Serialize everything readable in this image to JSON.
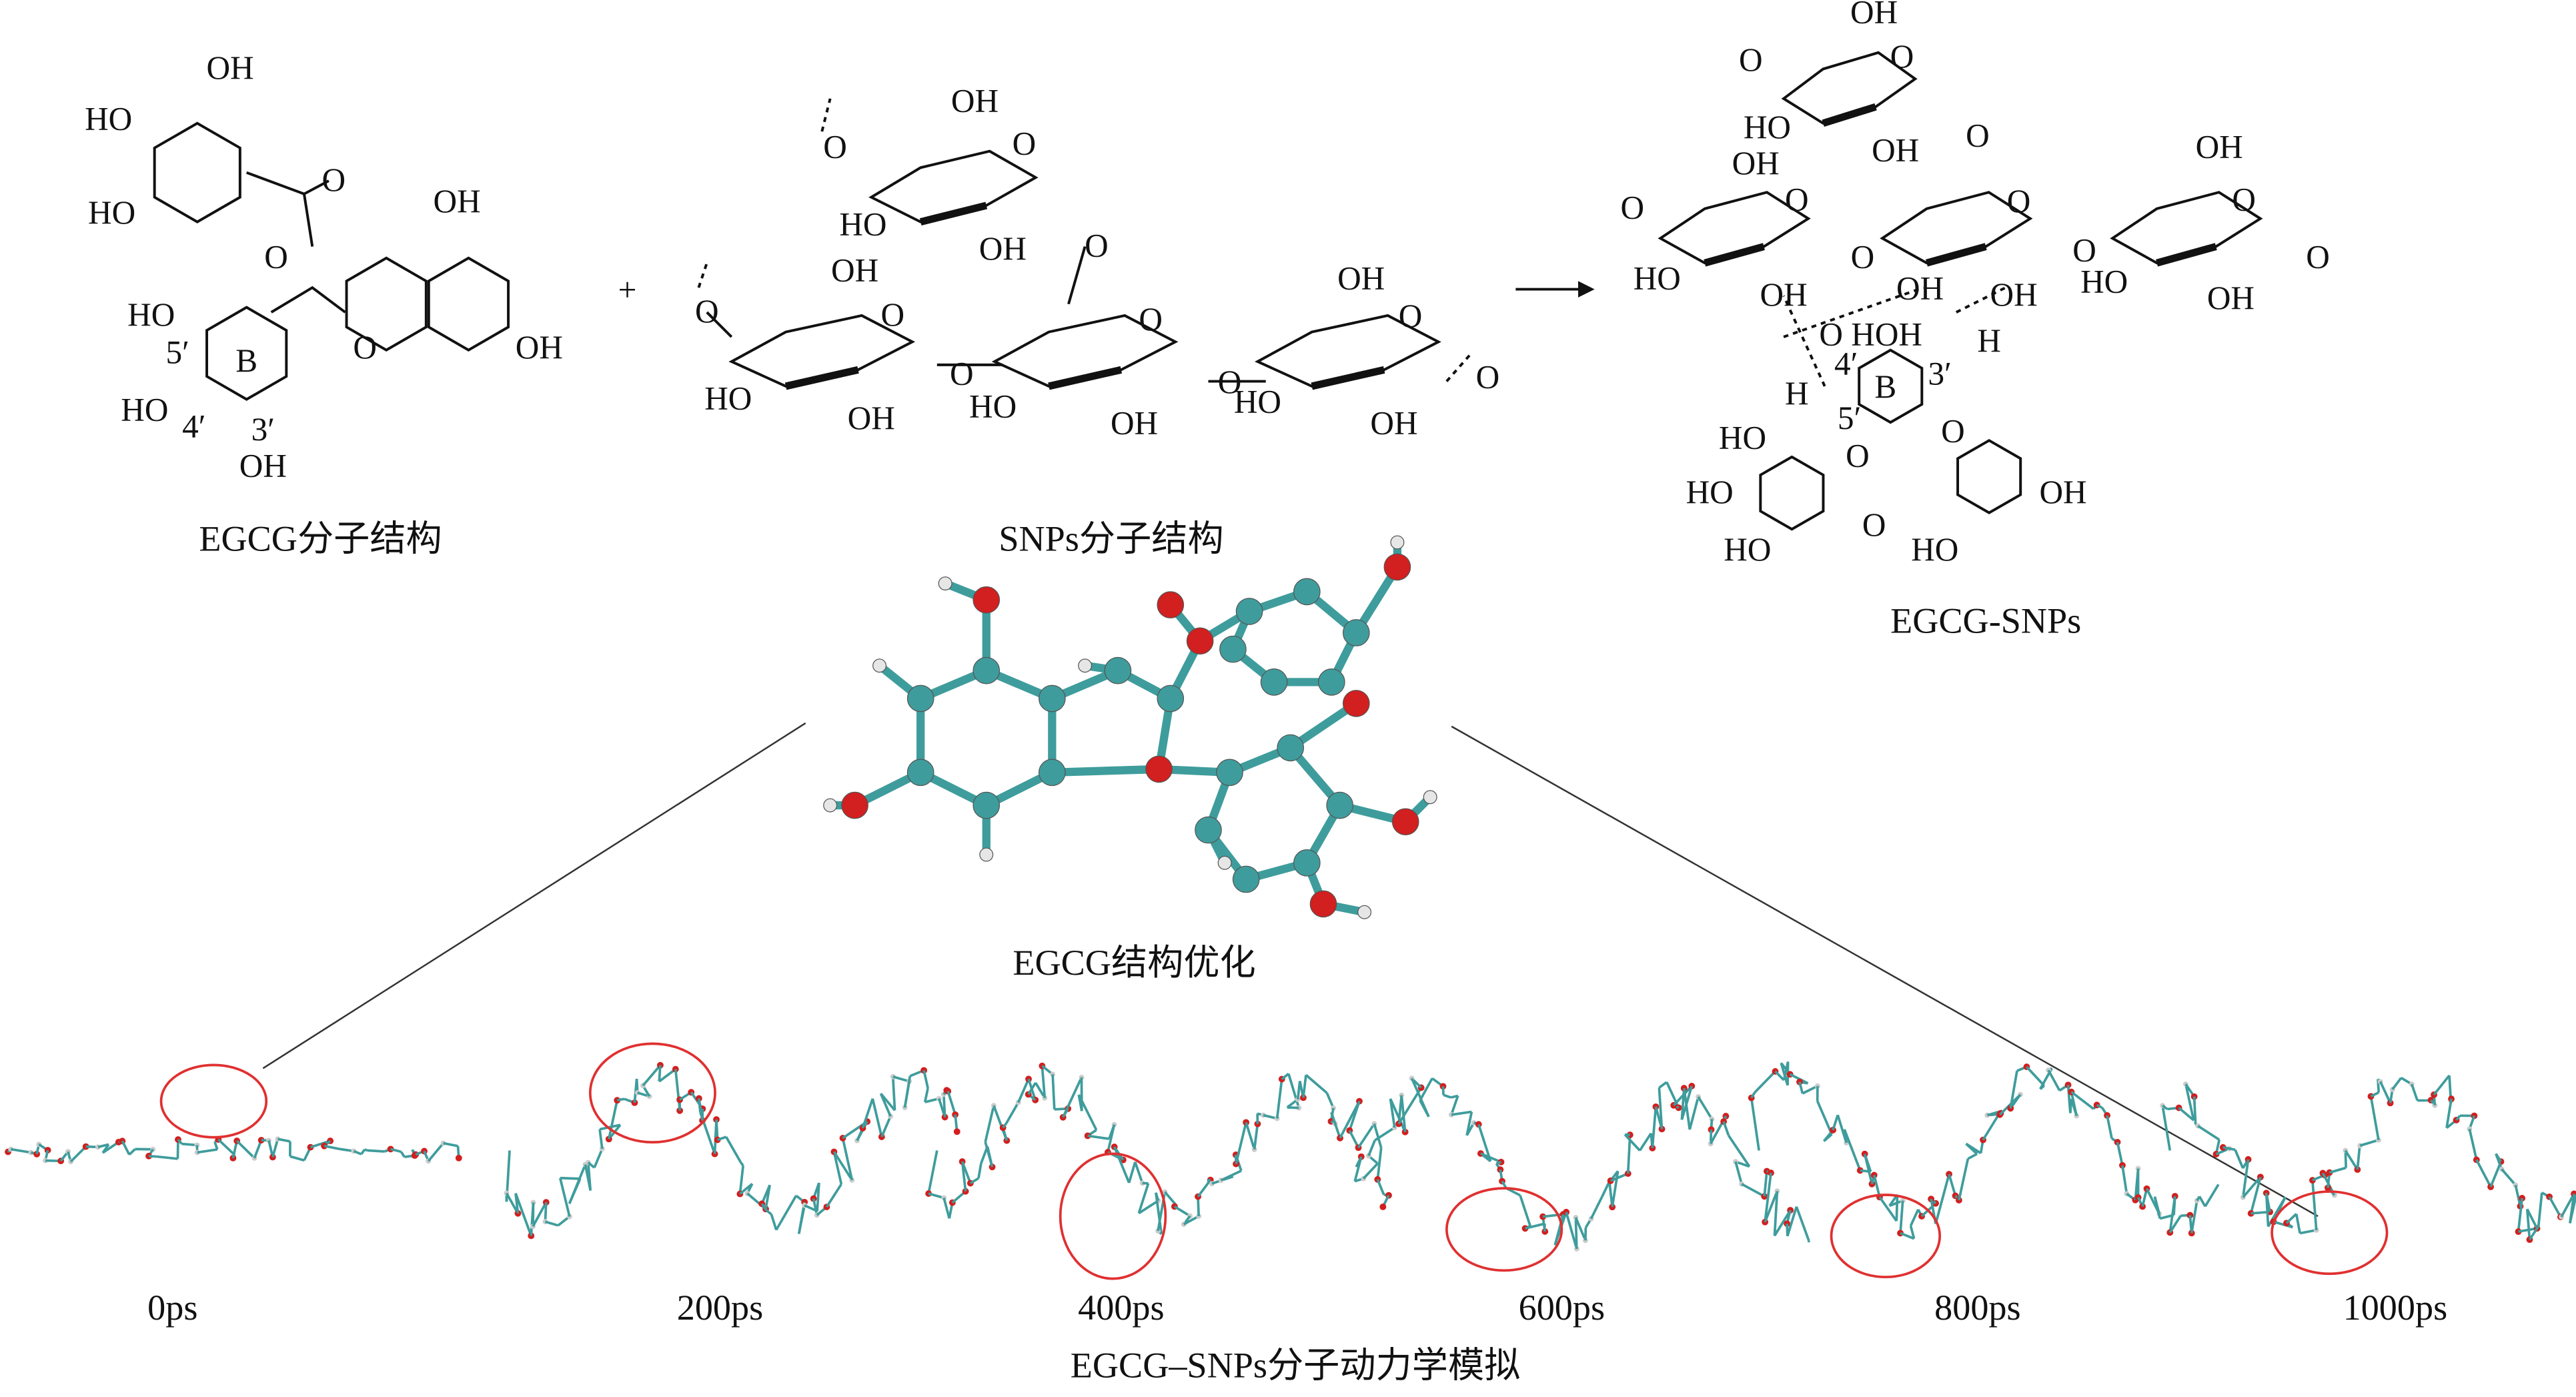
{
  "plus_sign": "+",
  "captions": {
    "egcg": "EGCG分子结构",
    "snps": "SNPs分子结构",
    "complex": "EGCG-SNPs",
    "optimization": "EGCG结构优化",
    "md": "EGCG–SNPs分子动力学模拟"
  },
  "egcg_atoms": [
    "OH",
    "HO",
    "HO",
    "O",
    "O",
    "OH",
    "HO",
    "5′",
    "B",
    "O",
    "OH",
    "HO",
    "4′",
    "3′",
    "OH"
  ],
  "snps_atoms": [
    "O",
    "OH",
    "O",
    "HO",
    "OH",
    "O",
    "O",
    "OH",
    "O",
    "HO",
    "OH",
    "O",
    "O",
    "HO",
    "OH",
    "O",
    "OH",
    "O",
    "HO",
    "OH",
    "O"
  ],
  "complex_atoms": [
    "OH",
    "O",
    "O",
    "HO",
    "OH",
    "O",
    "O",
    "OH",
    "O",
    "HO",
    "OH",
    "O",
    "O",
    "OH",
    "OH",
    "O",
    "OH",
    "O",
    "HO",
    "OH",
    "O",
    "O HOH",
    "4′",
    "B",
    "3′",
    "H",
    "H",
    "5′",
    "O",
    "HO",
    "O",
    "HO",
    "OH",
    "O",
    "HO",
    "HO"
  ],
  "timepoints": [
    "0ps",
    "200ps",
    "400ps",
    "600ps",
    "800ps",
    "1000ps"
  ],
  "colors": {
    "carbon": "#3f9c9c",
    "oxygen": "#d21f1f",
    "hydrogen": "#e6e6e6",
    "highlight": "#e03030"
  }
}
